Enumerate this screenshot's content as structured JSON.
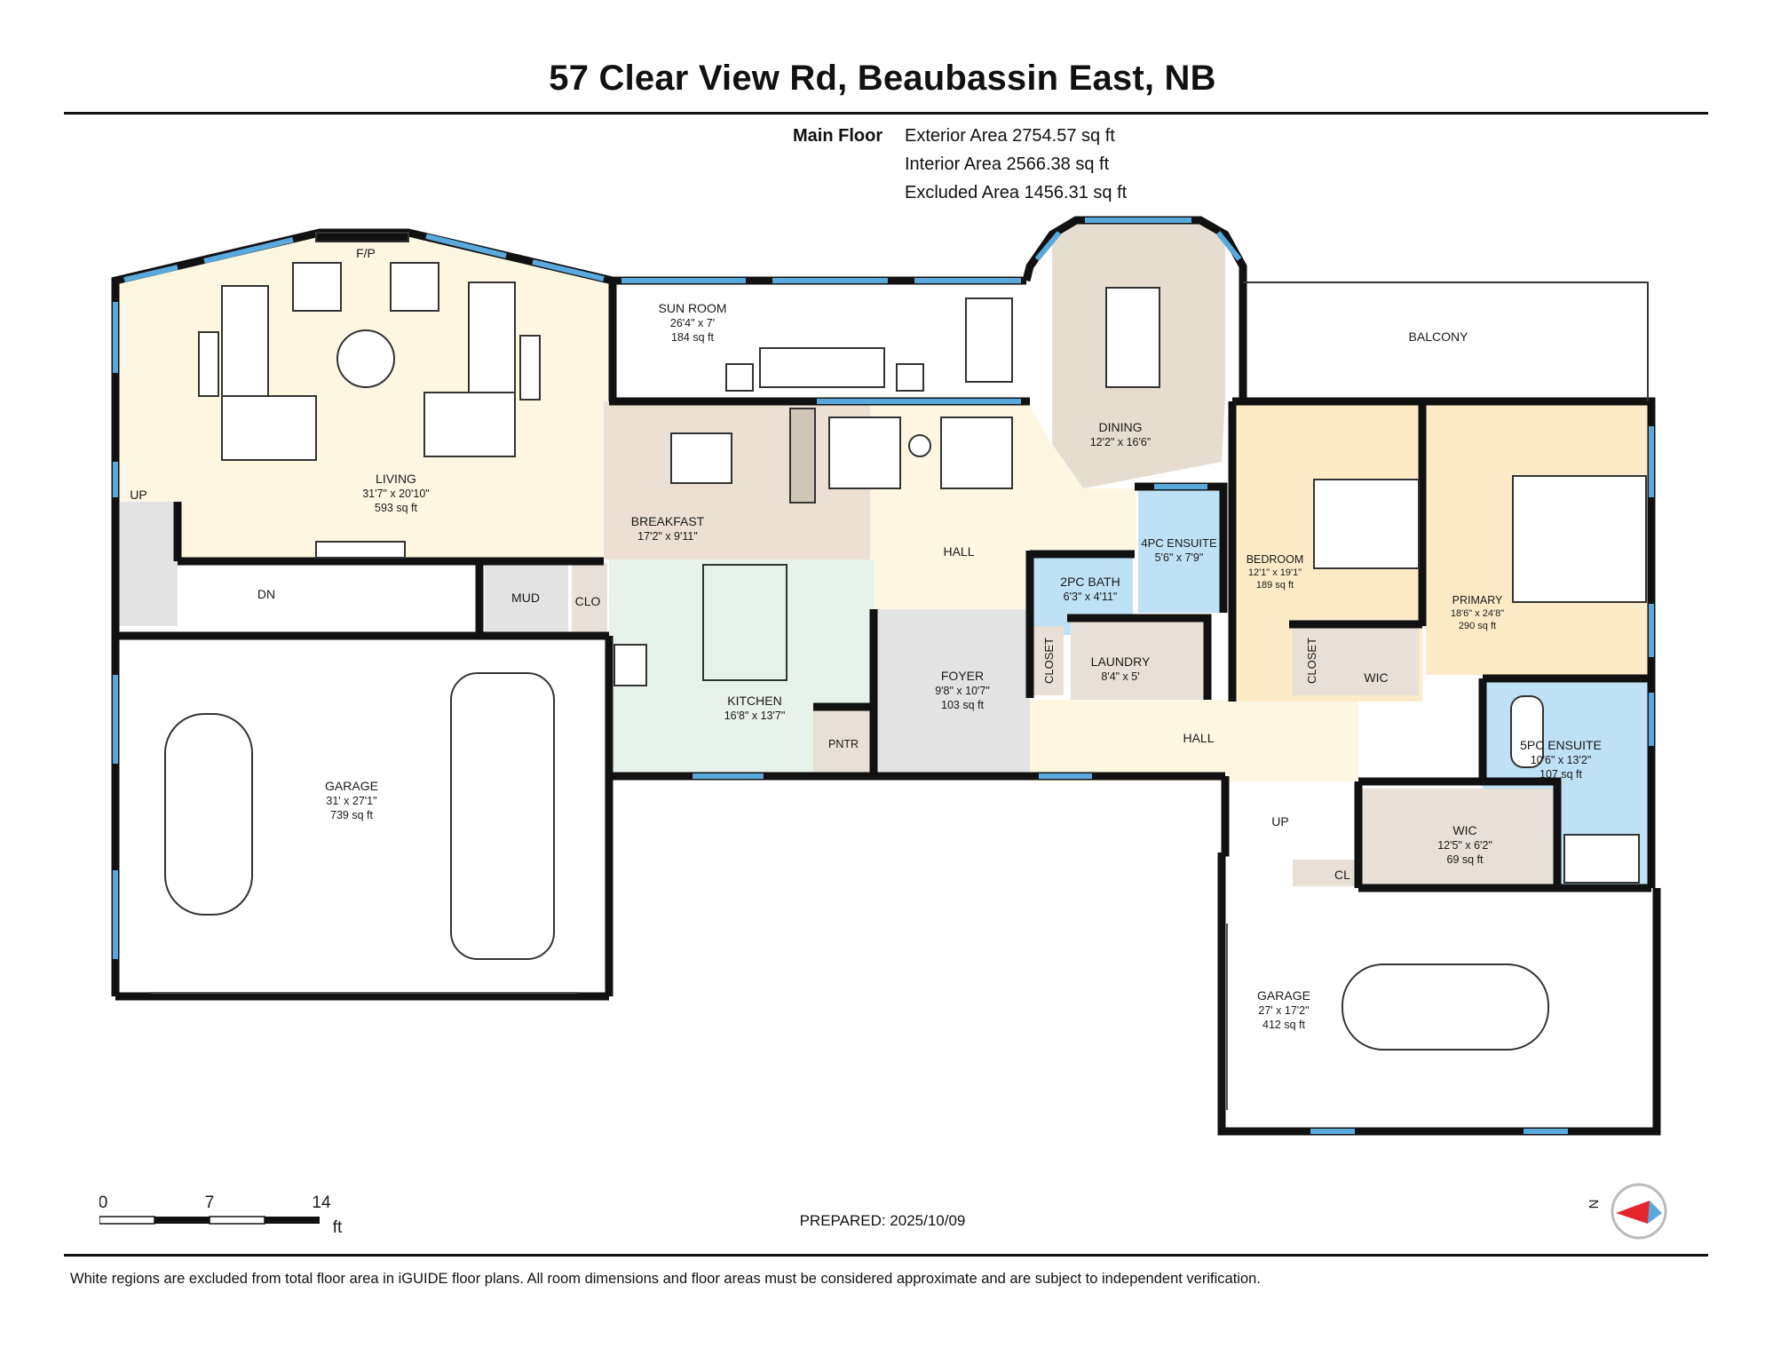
{
  "header": {
    "title": "57 Clear View Rd, Beaubassin East, NB",
    "floor": "Main Floor",
    "exterior": "Exterior Area 2754.57 sq ft",
    "interior": "Interior Area 2566.38 sq ft",
    "excluded": "Excluded Area 1456.31 sq ft"
  },
  "rooms": {
    "living": {
      "name": "LIVING",
      "dims": "31'7\" x 20'10\"",
      "area": "593 sq ft"
    },
    "sunroom": {
      "name": "SUN ROOM",
      "dims": "26'4\" x 7'",
      "area": "184 sq ft"
    },
    "dining": {
      "name": "DINING",
      "dims": "12'2\" x 16'6\""
    },
    "breakfast": {
      "name": "BREAKFAST",
      "dims": "17'2\" x 9'11\""
    },
    "kitchen": {
      "name": "KITCHEN",
      "dims": "16'8\" x 13'7\""
    },
    "foyer": {
      "name": "FOYER",
      "dims": "9'8\" x 10'7\"",
      "area": "103 sq ft"
    },
    "bath2": {
      "name": "2PC BATH",
      "dims": "6'3\" x 4'11\""
    },
    "ensuite4": {
      "name": "4PC ENSUITE",
      "dims": "5'6\" x 7'9\""
    },
    "laundry": {
      "name": "LAUNDRY",
      "dims": "8'4\" x 5'"
    },
    "bedroom": {
      "name": "BEDROOM",
      "dims": "12'1\" x 19'1\"",
      "area": "189 sq ft"
    },
    "primary": {
      "name": "PRIMARY",
      "dims": "18'6\" x 24'8\"",
      "area": "290 sq ft"
    },
    "ensuite5": {
      "name": "5PC ENSUITE",
      "dims": "10'6\" x 13'2\"",
      "area": "107 sq ft"
    },
    "wic_lower": {
      "name": "WIC",
      "dims": "12'5\" x 6'2\"",
      "area": "69 sq ft"
    },
    "wic_upper": {
      "name": "WIC"
    },
    "garage_main": {
      "name": "GARAGE",
      "dims": "31' x 27'1\"",
      "area": "739 sq ft"
    },
    "garage_small": {
      "name": "GARAGE",
      "dims": "27' x 17'2\"",
      "area": "412 sq ft"
    }
  },
  "labels": {
    "fp": "F/P",
    "balcony": "BALCONY",
    "hall": "HALL",
    "mud": "MUD",
    "clo": "CLO",
    "pantry": "PNTR",
    "closet": "CLOSET",
    "cl": "CL",
    "up": "UP",
    "dn": "DN"
  },
  "scale": {
    "ticks": [
      "0",
      "7",
      "14"
    ],
    "unit": "ft"
  },
  "prepared": "PREPARED: 2025/10/09",
  "footer": "White regions are excluded from total floor area in iGUIDE floor plans. All room dimensions and floor areas must be considered approximate and are subject to independent verification.",
  "compass": {
    "letter": "N"
  },
  "colors": {
    "wall": "#111111",
    "window": "#5aa9dc",
    "living": "#fdf6e1",
    "breakfast": "#ebe0d3",
    "kitchen": "#e6f2ea",
    "dining": "#e6ddd0",
    "bath": "#bfe1f5",
    "utility": "#e8e0d6",
    "bedroom": "#fdebc7",
    "foyer": "#e3e3e3",
    "compass_needle": "#e3262b"
  }
}
